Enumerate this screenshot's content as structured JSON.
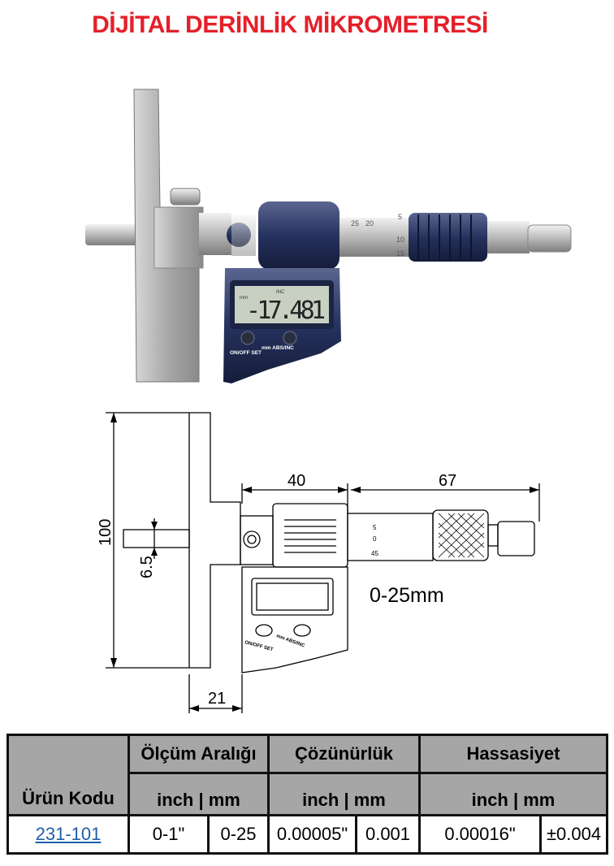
{
  "title": "DİJİTAL DERİNLİK MİKROMETRESİ",
  "photo": {
    "display_reading": "-17.481",
    "display_unit": "mm",
    "display_mode": "INC",
    "button_left_label": "ON/OFF SET",
    "button_right_label": "mm ABS/INC",
    "thimble_marks": [
      "25",
      "20",
      "5",
      "10",
      "15"
    ]
  },
  "drawing": {
    "dim_height": "100",
    "dim_rod": "6.5",
    "dim_base": "21",
    "dim_body": "40",
    "dim_spindle": "67",
    "range_label": "0-25mm",
    "thimble_marks": [
      "5",
      "0",
      "45"
    ],
    "button_left_label": "ON/OFF SET",
    "button_right_label": "mm ABS/INC"
  },
  "table": {
    "headers": {
      "product_code": "Ürün Kodu",
      "range": "Ölçüm Aralığı",
      "resolution": "Çözünürlük",
      "accuracy": "Hassasiyet",
      "unit_label": "inch | mm"
    },
    "rows": [
      {
        "code": "231-101",
        "range_inch": "0-1\"",
        "range_mm": "0-25",
        "res_inch": "0.00005\"",
        "res_mm": "0.001",
        "acc_inch": "0.00016\"",
        "acc_mm": "±0.004"
      }
    ]
  }
}
